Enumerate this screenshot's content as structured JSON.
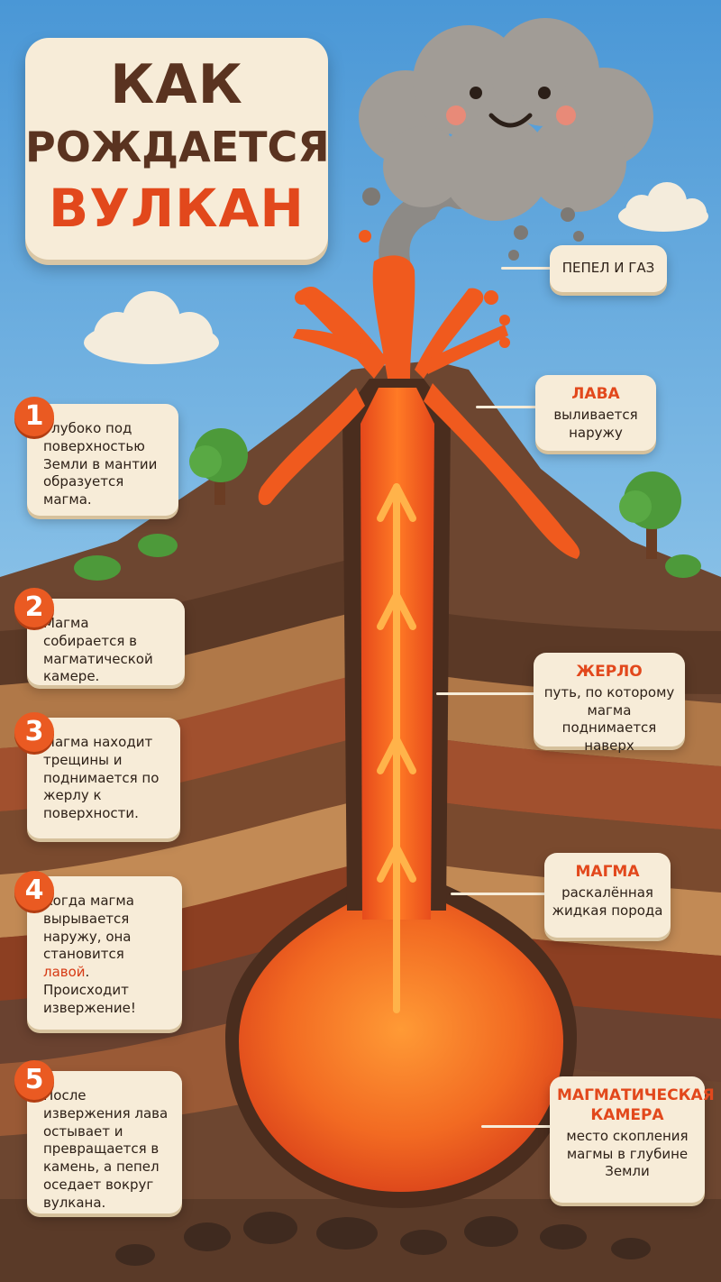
{
  "title": {
    "line1": "КАК",
    "line2": "РОЖДАЕТСЯ",
    "line3": "ВУЛКАН"
  },
  "steps": [
    {
      "num": "1",
      "text": "Глубоко под поверхностью Земли в мантии образуется магма."
    },
    {
      "num": "2",
      "text": "Магма собирается в магматической камере."
    },
    {
      "num": "3",
      "text": "Магма находит трещины и поднимается по жерлу к поверхности."
    },
    {
      "num": "4",
      "pre": "Когда магма вырывается наружу, она становится ",
      "highlight": "лавой",
      "post": ". Происходит извержение!"
    },
    {
      "num": "5",
      "text": "После извержения лава остывает и превращается в камень, а пепел оседает вокруг вулкана."
    }
  ],
  "labels": {
    "ash": {
      "text": "ПЕПЕЛ И ГАЗ"
    },
    "lava": {
      "head": "ЛАВА",
      "text": "выливается наружу"
    },
    "vent": {
      "head": "ЖЕРЛО",
      "text": "путь, по которому магма поднимается наверх"
    },
    "magma": {
      "head": "МАГМА",
      "text": "раскалённая жидкая порода"
    },
    "chamber": {
      "head": "МАГМАТИЧЕСКАЯ КАМЕРА",
      "text": "место скопления магмы в глубине Земли"
    }
  },
  "colors": {
    "sky": "#5fa6dc",
    "lava": "#f05a1e",
    "magma_core": "#ff8a2a",
    "title_accent": "#e2481c",
    "title_dark": "#5a3320",
    "card": "#f7ecd8",
    "badge": "#ea5a22"
  }
}
